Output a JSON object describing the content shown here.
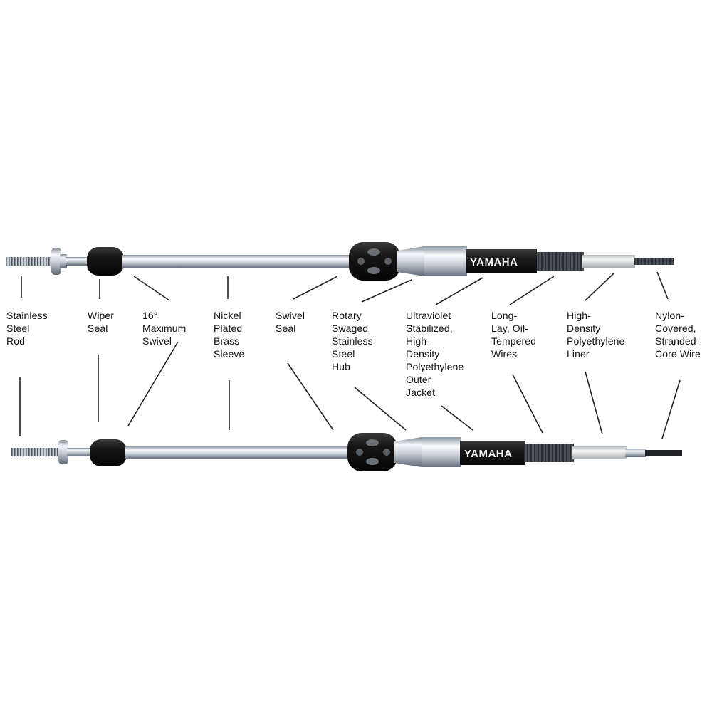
{
  "brand": "YAMAHA",
  "labels": [
    {
      "id": "stainless-steel-rod",
      "text": "Stainless\nSteel\nRod"
    },
    {
      "id": "wiper-seal",
      "text": "Wiper\nSeal"
    },
    {
      "id": "maximum-swivel",
      "text": "16°\nMaximum\nSwivel"
    },
    {
      "id": "nickel-plated-brass-sleeve",
      "text": "Nickel\nPlated\nBrass\nSleeve"
    },
    {
      "id": "swivel-seal",
      "text": "Swivel\nSeal"
    },
    {
      "id": "rotary-swaged-hub",
      "text": "Rotary\nSwaged\nStainless\nSteel\nHub"
    },
    {
      "id": "outer-jacket",
      "text": "Ultraviolet\nStabilized,\nHigh-\nDensity\nPolyethylene\nOuter\nJacket"
    },
    {
      "id": "oil-tempered-wires",
      "text": "Long-\nLay, Oil-\nTempered\nWires"
    },
    {
      "id": "polyethylene-liner",
      "text": "High-\nDensity\nPolyethylene\nLiner"
    },
    {
      "id": "stranded-core-wire",
      "text": "Nylon-\nCovered,\nStranded-\nCore Wire"
    }
  ],
  "colors": {
    "chrome_light": "#eef1f5",
    "chrome_mid": "#b9c2cc",
    "chrome_dark": "#6f7a86",
    "rubber": "#1b1b1b",
    "jacket": "#1d1d1d",
    "brand_text": "#f4f4f4",
    "leader": "#222222"
  }
}
